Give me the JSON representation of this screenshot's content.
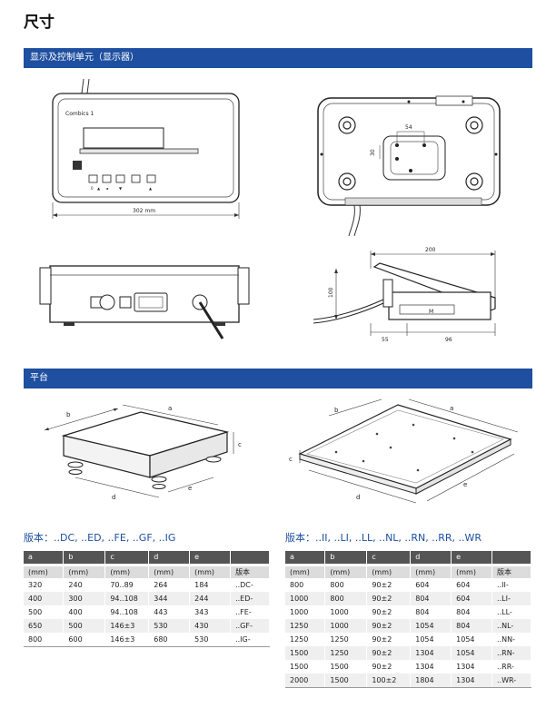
{
  "page": {
    "title": "尺寸"
  },
  "sections": {
    "display": {
      "title": "显示及控制单元（显示器）"
    },
    "platform": {
      "title": "平台"
    }
  },
  "display_drawings": {
    "brand_label": "Combics 1",
    "width_dim": "302 mm",
    "bracket_width": "54",
    "bracket_height": "30",
    "depth_dim": "200",
    "height_dim": "100",
    "bottom_left_dim": "55",
    "bottom_right_dim": "96",
    "key_symbols": [
      "0",
      "▲",
      "◄",
      "▼",
      "▲"
    ]
  },
  "platform_drawings": {
    "dim_labels": {
      "a": "a",
      "b": "b",
      "c": "c",
      "d": "d",
      "e": "e"
    }
  },
  "table_left": {
    "heading": "版本：..DC, ..ED, ..FE, ..GF, ..IG",
    "columns": [
      "a",
      "b",
      "c",
      "d",
      "e",
      ""
    ],
    "units": [
      "(mm)",
      "(mm)",
      "(mm)",
      "(mm)",
      "(mm)",
      "版本"
    ],
    "rows": [
      [
        "320",
        "240",
        "70..89",
        "264",
        "184",
        "..DC-"
      ],
      [
        "400",
        "300",
        "94..108",
        "344",
        "244",
        "..ED-"
      ],
      [
        "500",
        "400",
        "94..108",
        "443",
        "343",
        "..FE-"
      ],
      [
        "650",
        "500",
        "146±3",
        "530",
        "430",
        "..GF-"
      ],
      [
        "800",
        "600",
        "146±3",
        "680",
        "530",
        "..IG-"
      ]
    ]
  },
  "table_right": {
    "heading": "版本：..II, ..LI, ..LL, ..NL, ..RN, ..RR, ..WR",
    "columns": [
      "a",
      "b",
      "c",
      "d",
      "e",
      ""
    ],
    "units": [
      "(mm)",
      "(mm)",
      "(mm)",
      "(mm)",
      "(mm)",
      "版本"
    ],
    "rows": [
      [
        "800",
        "800",
        "90±2",
        "604",
        "604",
        "..II-"
      ],
      [
        "1000",
        "800",
        "90±2",
        "804",
        "604",
        "..LI-"
      ],
      [
        "1000",
        "1000",
        "90±2",
        "804",
        "804",
        "..LL-"
      ],
      [
        "1250",
        "1000",
        "90±2",
        "1054",
        "804",
        "..NL-"
      ],
      [
        "1250",
        "1250",
        "90±2",
        "1054",
        "1054",
        "..NN-"
      ],
      [
        "1500",
        "1250",
        "90±2",
        "1304",
        "1054",
        "..RN-"
      ],
      [
        "1500",
        "1500",
        "90±2",
        "1304",
        "1304",
        "..RR-"
      ],
      [
        "2000",
        "1500",
        "100±2",
        "1804",
        "1304",
        "..WR-"
      ]
    ]
  }
}
